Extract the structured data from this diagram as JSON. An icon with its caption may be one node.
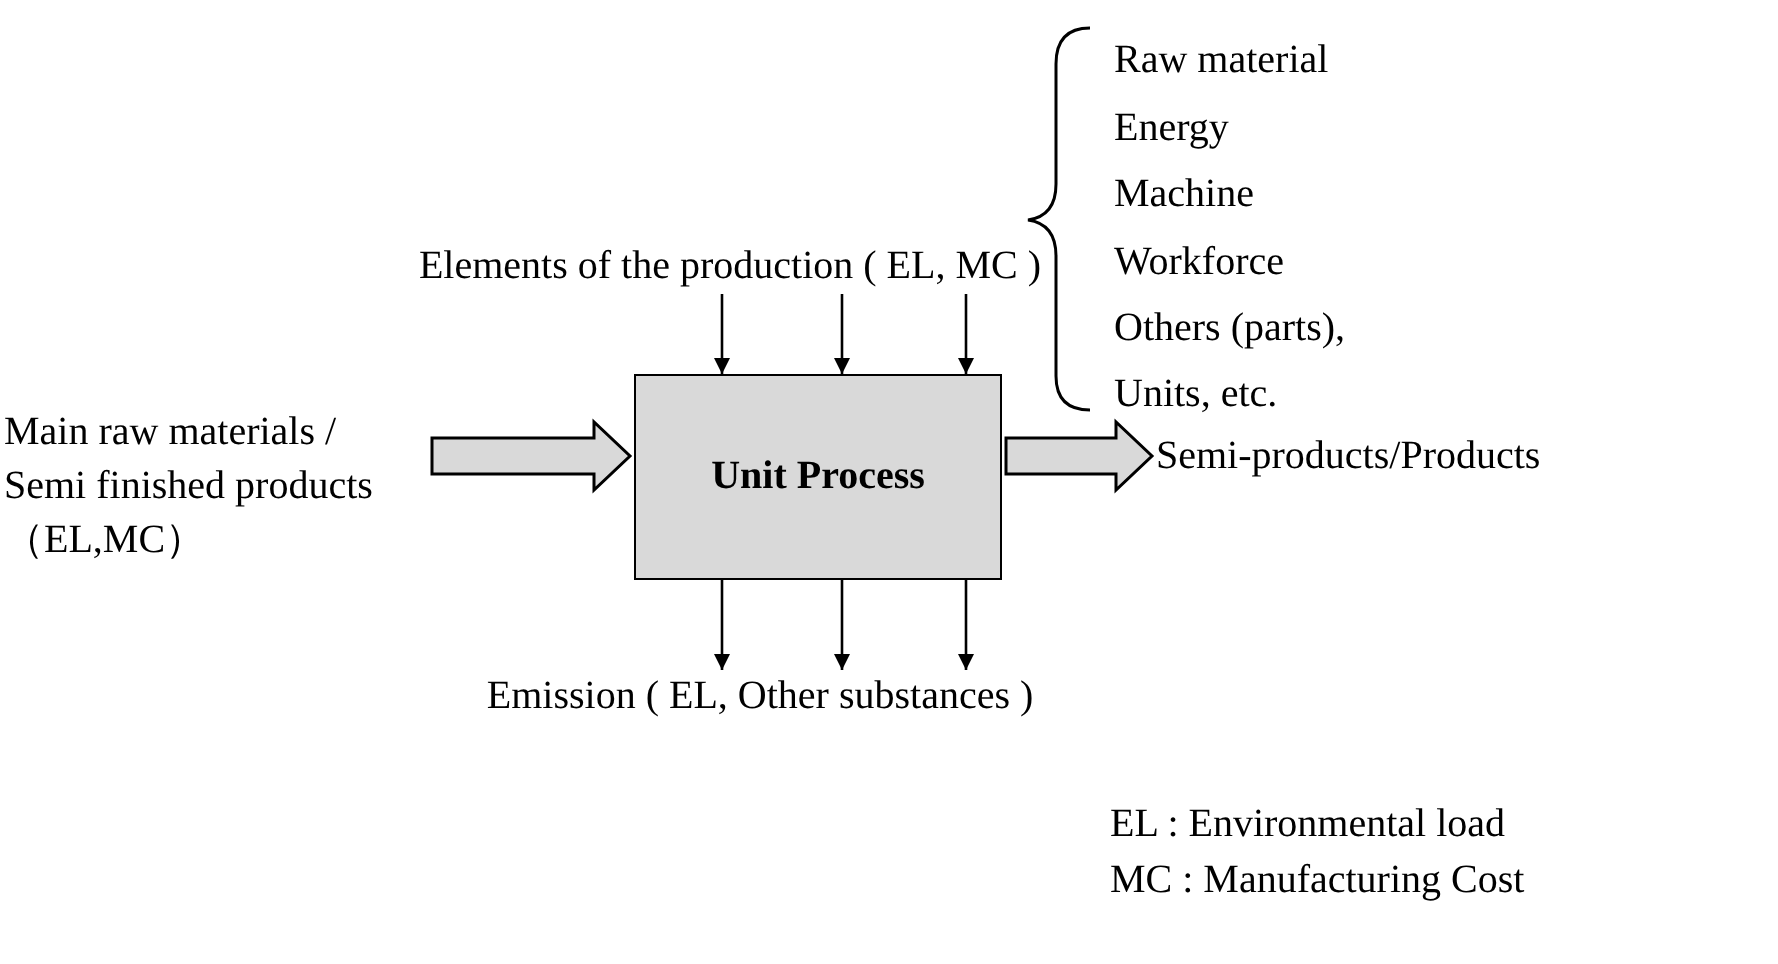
{
  "diagram": {
    "nodes": [
      {
        "text": [
          "Elements of the production ( EL, MC )"
        ]
      },
      {
        "text": [
          "Unit Process"
        ]
      },
      {
        "text": [
          "Main raw materials / Semi finished products （EL,MC）"
        ]
      },
      {
        "text": [
          "Semi-products/Products"
        ]
      },
      {
        "text": [
          "Emission ( EL, Other substances )"
        ]
      }
    ],
    "edges": [
      {
        "from": 0,
        "to": 1,
        "arrow": "to"
      },
      {
        "from": 0,
        "to": 1,
        "arrow": "to"
      },
      {
        "from": 0,
        "to": 1,
        "arrow": "to"
      },
      {
        "from": 2,
        "to": 1,
        "arrow": "to",
        "style": "thick"
      },
      {
        "from": 1,
        "to": 3,
        "arrow": "to",
        "style": "thick"
      },
      {
        "from": 1,
        "to": 4,
        "arrow": "to"
      },
      {
        "from": 1,
        "to": 4,
        "arrow": "to"
      },
      {
        "from": 1,
        "to": 4,
        "arrow": "to"
      }
    ],
    "labels": [
      "Raw material",
      "Energy",
      "Machine",
      "Workforce",
      "Others (parts),",
      "Units, etc.",
      "EL : Environmental load",
      "MC : Manufacturing Cost"
    ]
  }
}
